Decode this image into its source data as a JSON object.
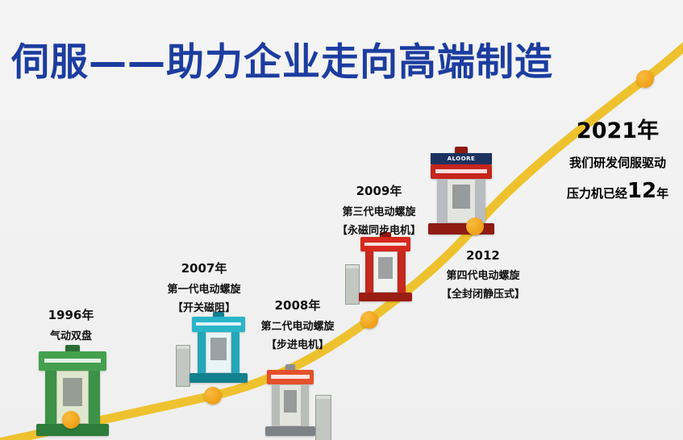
{
  "title": {
    "text": "伺服——助力企业走向高端制造"
  },
  "palette": {
    "title_blue": "#1c3da0",
    "curve_yellow": "#eec22e",
    "dot_orange": "#f2a51f",
    "press_1996_green": "#44a04e",
    "press_2007_teal": "#2ab5c9",
    "press_2008_orange": "#e3512a",
    "press_2009_red": "#d6281e",
    "press_2012_red": "#c6251c",
    "press_2012_navy": "#1d3260"
  },
  "milestones": [
    {
      "year": "1996年",
      "lines": [
        "气动双盘"
      ]
    },
    {
      "year": "2007年",
      "lines": [
        "第一代电动螺旋",
        "【开关磁阻】"
      ]
    },
    {
      "year": "2008年",
      "lines": [
        "第二代电动螺旋",
        "【步进电机】"
      ]
    },
    {
      "year": "2009年",
      "lines": [
        "第三代电动螺旋",
        "【永磁同步电机】"
      ]
    },
    {
      "year": "2012",
      "lines": [
        "第四代电动螺旋",
        "【全封闭静压式】"
      ]
    }
  ],
  "highlight": {
    "year": "2021年",
    "line1": "我们研发伺服驱动",
    "line2_prefix": "压力机已经",
    "line2_number": "12",
    "line2_suffix": "年"
  },
  "machines": [
    {
      "id": "press-1996"
    },
    {
      "id": "press-2007"
    },
    {
      "id": "press-2008"
    },
    {
      "id": "press-2009"
    },
    {
      "id": "press-2012",
      "brand": "ALOORE"
    }
  ]
}
